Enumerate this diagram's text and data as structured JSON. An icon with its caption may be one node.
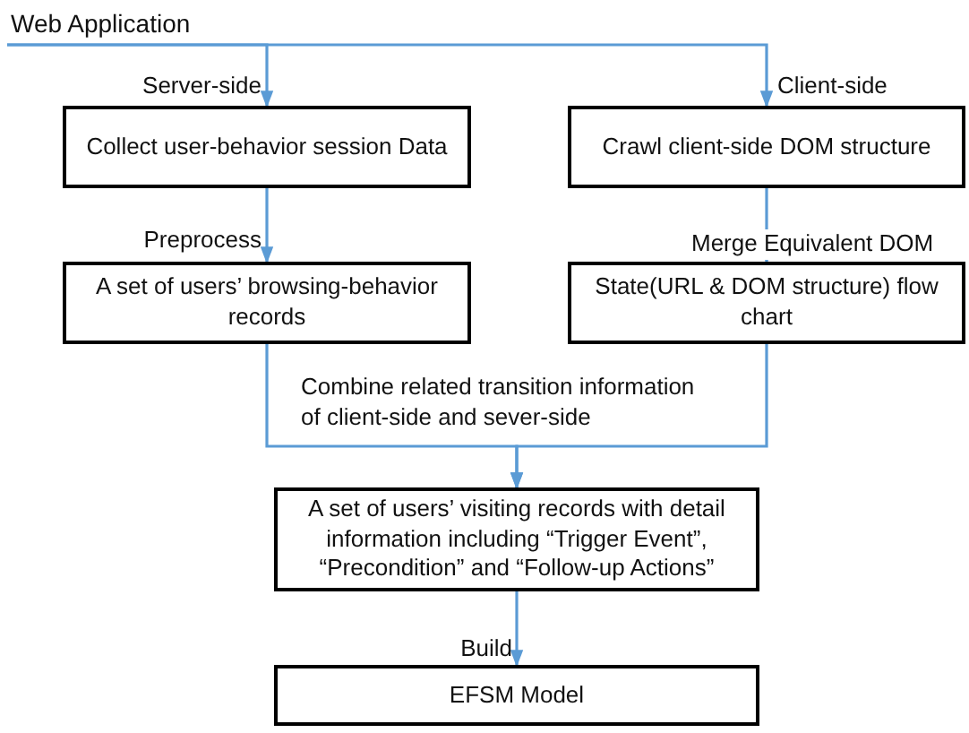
{
  "diagram": {
    "nodes": [
      {
        "text": [
          "Web Application"
        ]
      },
      {
        "text": [
          "Collect user-behavior session Data"
        ]
      },
      {
        "text": [
          "Crawl client-side DOM structure"
        ]
      },
      {
        "text": [
          "A set of users’ browsing-behavior records"
        ]
      },
      {
        "text": [
          "State(URL & DOM structure) flow chart"
        ]
      },
      {
        "text": [
          "A set of users’ visiting records with detail information including “Trigger Event”, “Precondition” and “Follow-up Actions”"
        ]
      },
      {
        "text": [
          "EFSM Model"
        ]
      }
    ],
    "edges": [
      {
        "from": 0,
        "to": 1,
        "arrow": "to",
        "label": "Server-side"
      },
      {
        "from": 0,
        "to": 2,
        "arrow": "to",
        "label": "Client-side"
      },
      {
        "from": 1,
        "to": 3,
        "arrow": "to",
        "label": "Preprocess"
      },
      {
        "from": 2,
        "to": 4,
        "arrow": "to",
        "label": "Merge Equivalent DOM"
      },
      {
        "from": 3,
        "to": 5,
        "arrow": "to",
        "label": "Combine related transition information of client-side and sever-side"
      },
      {
        "from": 4,
        "to": 5,
        "arrow": "to"
      },
      {
        "from": 5,
        "to": 6,
        "arrow": "to",
        "label": "Build"
      }
    ]
  }
}
